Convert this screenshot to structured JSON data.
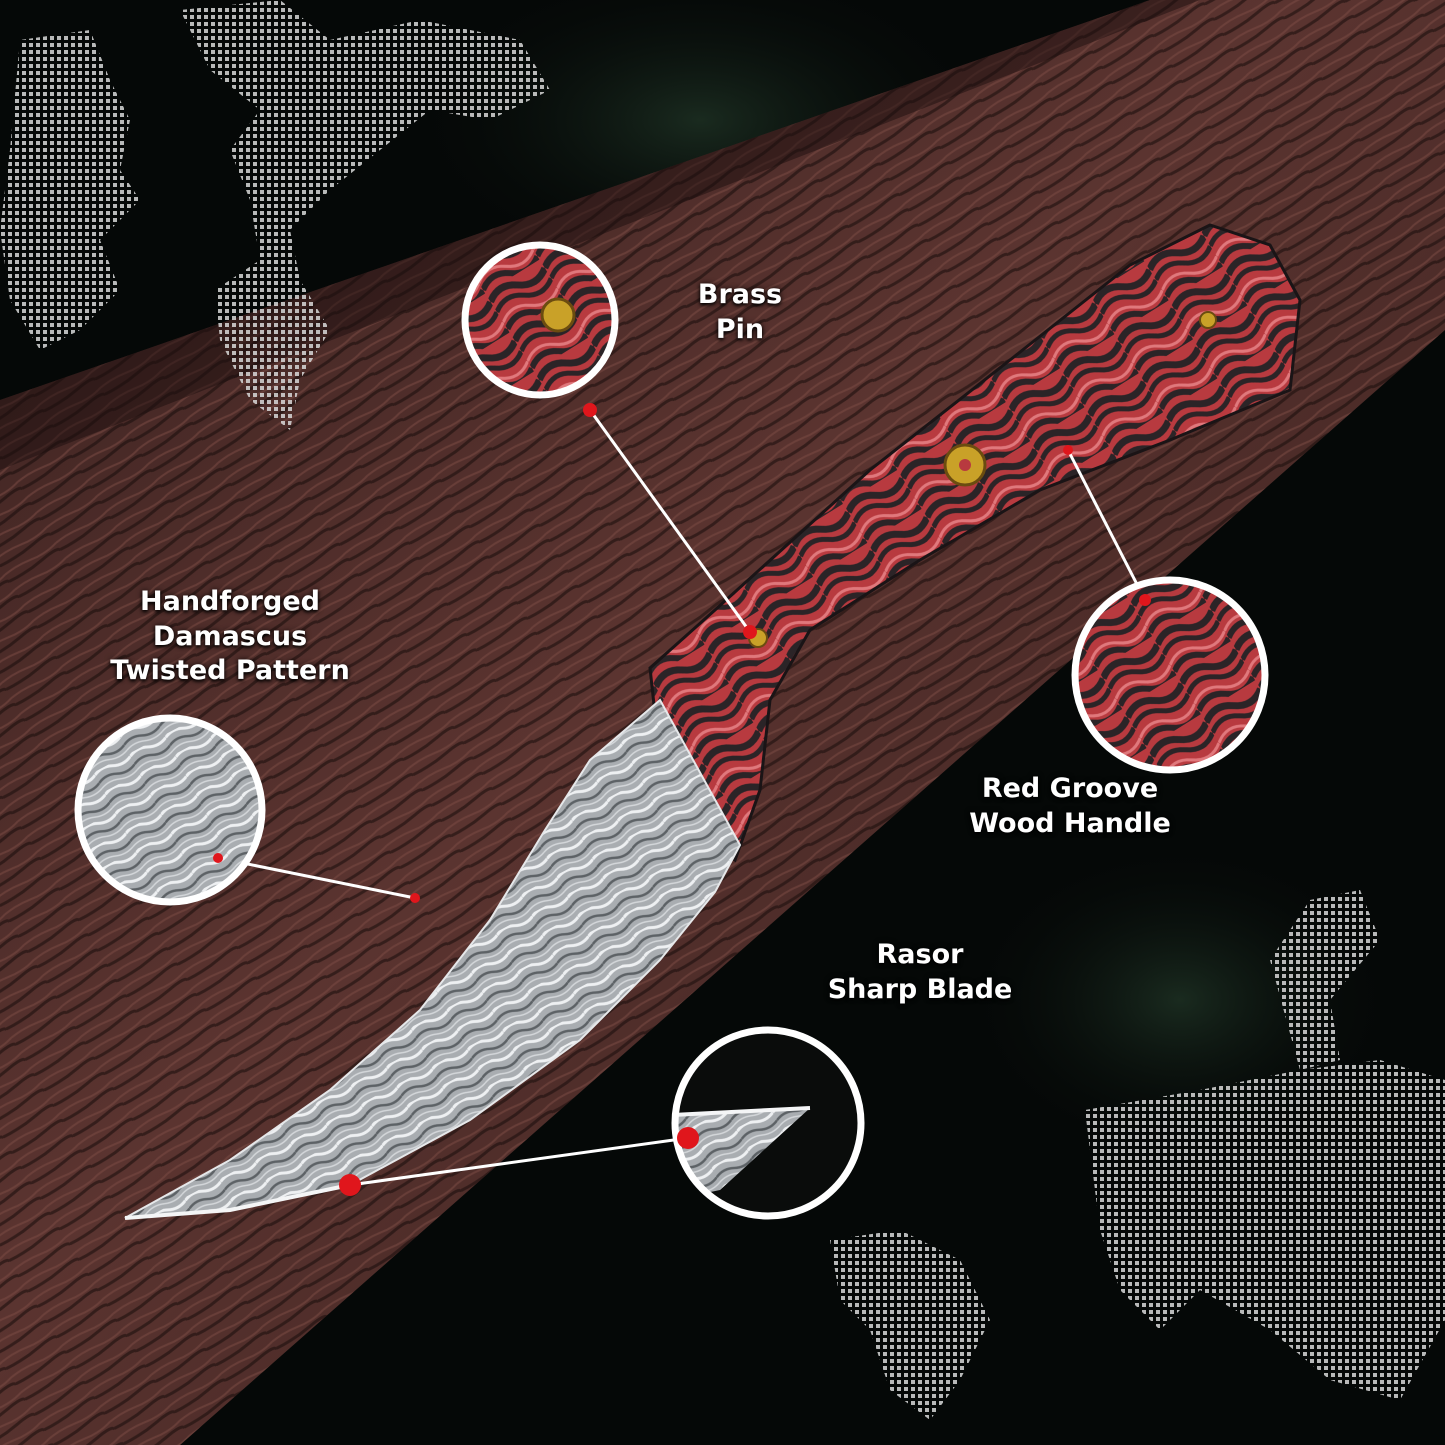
{
  "colors": {
    "background": "#050807",
    "wood": "#4a2a26",
    "handle_red": "#b83a3f",
    "handle_dark": "#2b2427",
    "blade": "#b9bcbf",
    "brass": "#c9a128",
    "callout_dot": "#e0161c",
    "callout_line": "#ffffff",
    "map_dots": "#d8d8d8"
  },
  "labels": {
    "brass_pin": {
      "line1": "Brass",
      "line2": "Pin"
    },
    "damascus": {
      "line1": "Handforged",
      "line2": "Damascus",
      "line3": "Twisted Pattern"
    },
    "handle": {
      "line1": "Red Groove",
      "line2": "Wood Handle"
    },
    "blade": {
      "line1": "Rasor",
      "line2": "Sharp Blade"
    }
  },
  "icons": {
    "callout_marker": "red-dot",
    "world_map": "dotted-world-map"
  }
}
